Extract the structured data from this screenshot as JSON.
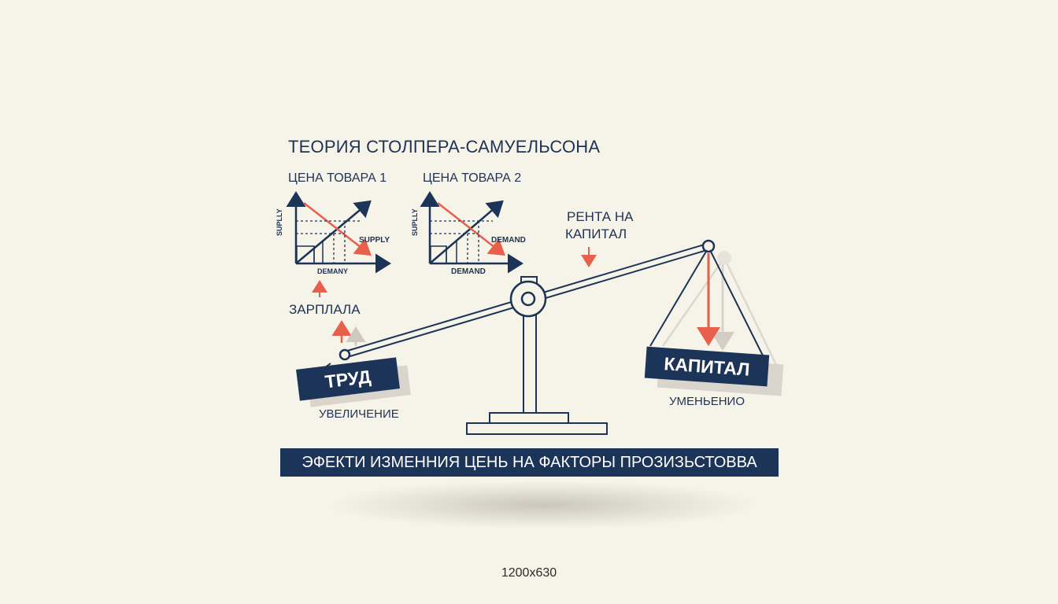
{
  "title": "ТЕОРИЯ СТОЛПЕРА-САМУЕЛЬСОНА",
  "charts": [
    {
      "title": "ЦЕНА ТОВАРА 1",
      "y_axis": "SUPLLY",
      "x_axis": "DEMANY",
      "line_label": "SUPPLY"
    },
    {
      "title": "ЦЕНА ТОВАРА 2",
      "y_axis": "SUPLLY",
      "x_axis": "DEMAND",
      "line_label": "DEMAND"
    }
  ],
  "annotations": {
    "wage": "ЗАРПЛАЛА",
    "rent_line1": "РЕНТА НА",
    "rent_line2": "КАПИТАЛ",
    "increase": "УВЕЛИЧЕНИЕ",
    "decrease": "УМЕНЬЕНИО"
  },
  "blocks": {
    "labor": "ТРУД",
    "capital": "КАПИТАЛ"
  },
  "banner": "ЭФЕКТИ ИЗМЕННИЯ ЦЕНЬ НА ФАКТОРЫ ПРОЗИЗЬСТОВВА",
  "footer": "1200x630",
  "colors": {
    "navy": "#1c3458",
    "red_arrow": "#e8604c",
    "background": "#f6f3e8"
  }
}
